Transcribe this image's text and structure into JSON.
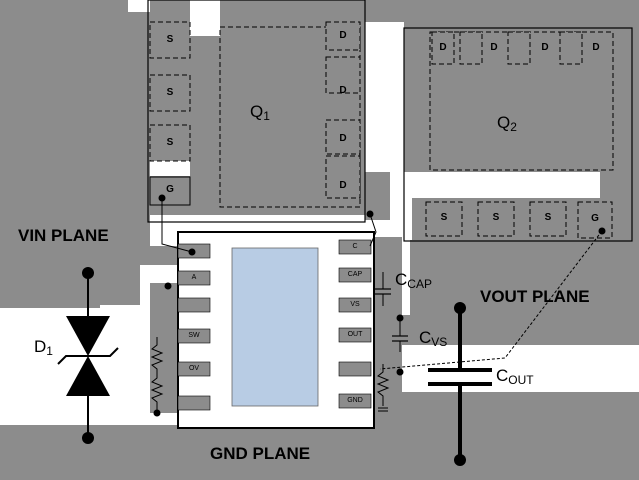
{
  "planes": {
    "vin": "VIN PLANE",
    "vout": "VOUT PLANE",
    "gnd": "GND PLANE"
  },
  "components": {
    "q1": {
      "base": "Q",
      "sub": "1"
    },
    "q2": {
      "base": "Q",
      "sub": "2"
    },
    "d1": {
      "base": "D",
      "sub": "1"
    },
    "ccap": {
      "base": "C",
      "sub": "CAP"
    },
    "cvs": {
      "base": "C",
      "sub": "VS"
    },
    "cout": {
      "base": "C",
      "sub": "OUT"
    }
  },
  "q1_pads": {
    "source": "S",
    "drain": "D",
    "gate": "G"
  },
  "q2_pads": {
    "source": "S",
    "drain": "D",
    "gate": "G"
  },
  "ic_pins": {
    "left": [
      "",
      "A",
      "",
      "SW",
      "OV",
      ""
    ],
    "right": [
      "C",
      "CAP",
      "VS",
      "OUT",
      "",
      "GND"
    ]
  },
  "colors": {
    "copper": "#8c8c8c",
    "ic_die": "#b8cce4",
    "outline": "#000000",
    "background": "#ffffff"
  }
}
